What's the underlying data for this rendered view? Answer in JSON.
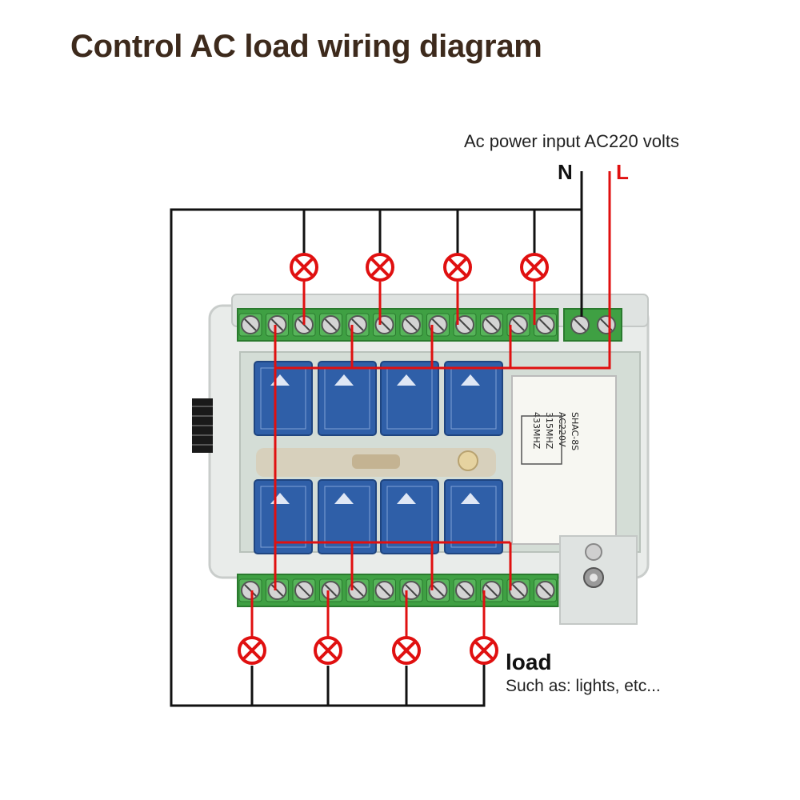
{
  "title": "Control AC load wiring diagram",
  "power_input": {
    "label": "Ac power input AC220 volts",
    "neutral": "N",
    "live": "L"
  },
  "load": {
    "title": "load",
    "subtitle": "Such as: lights, etc..."
  },
  "module": {
    "model": "SHAC-8S",
    "input_voltage": "AC220V",
    "frequencies": [
      "315MHZ",
      "433MHZ"
    ]
  },
  "colors": {
    "neutral_wire": "#111111",
    "live_wire": "#e01010",
    "lamp_symbol": "#e01010",
    "terminal_block": "#3fa043",
    "relay": "#2f5fa8",
    "title_text": "#3d2a1c"
  },
  "icons": [
    "lamp-load-icon",
    "terminal-screw-icon",
    "relay-icon",
    "antenna-icon"
  ]
}
